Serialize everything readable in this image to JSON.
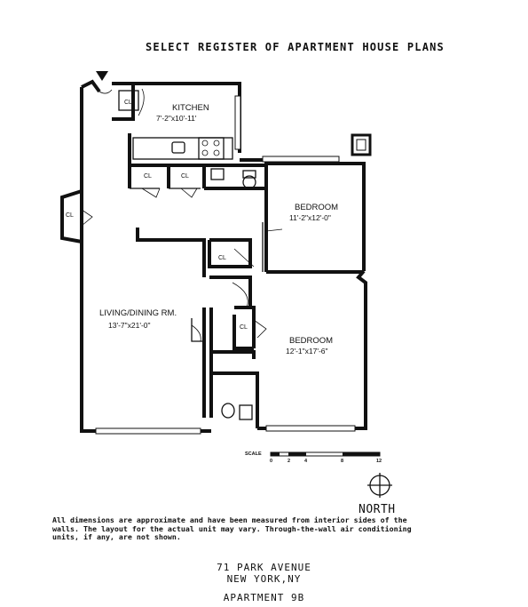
{
  "header": {
    "title": "SELECT REGISTER OF APARTMENT HOUSE PLANS"
  },
  "rooms": {
    "kitchen": {
      "name": "KITCHEN",
      "dims": "7'-2\"x10'-11'"
    },
    "bedroom1": {
      "name": "BEDROOM",
      "dims": "11'-2\"x12'-0\""
    },
    "living": {
      "name": "LIVING/DINING RM.",
      "dims": "13'-7\"x21'-0\""
    },
    "bedroom2": {
      "name": "BEDROOM",
      "dims": "12'-1\"x17'-6\""
    }
  },
  "closet_label": "CL",
  "scale": {
    "label": "SCALE",
    "ticks": [
      "0",
      "2",
      "4",
      "8",
      "12"
    ]
  },
  "compass": {
    "label": "NORTH"
  },
  "disclaimer": "All dimensions are approximate and have been measured from interior sides of the walls. The layout for the actual unit may vary. Through-the-wall air conditioning units, if any, are not shown.",
  "address": {
    "street": "71 PARK AVENUE",
    "city": "NEW YORK,NY",
    "unit": "APARTMENT 9B"
  },
  "colors": {
    "ink": "#111111",
    "paper": "#ffffff"
  }
}
